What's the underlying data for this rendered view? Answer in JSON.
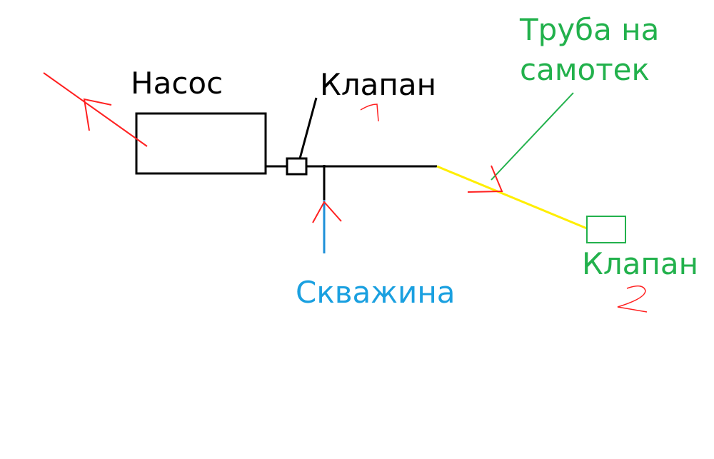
{
  "labels": {
    "pump": "Насос",
    "valve_1": "Клапан",
    "valve_2": "Клапан",
    "borehole": "Скважина",
    "gravity_pipe_line1": "Труба на",
    "gravity_pipe_line2": "самотек",
    "valve_1_number": "1",
    "valve_2_number": "2"
  },
  "colors": {
    "background": "#ffffff",
    "pipe": "#000000",
    "gravity_pipe": "#ffee00",
    "borehole_pipe": "#1e90d8",
    "flow_arrow": "#ff2020",
    "green_label": "#22b14c",
    "blue_label": "#1aa0e0"
  }
}
